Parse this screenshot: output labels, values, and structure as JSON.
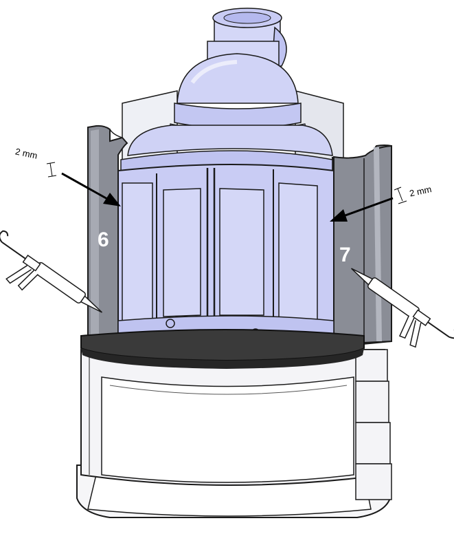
{
  "colors": {
    "body_blue": "#c9ccf4",
    "panel_blue": "#d4d7f7",
    "frame_outline": "#1a1a1a",
    "side_panel_gray": "#8a8d96",
    "side_panel_light": "#a7aab3",
    "back_panel": "#e8eaf0",
    "hearth_black": "#3a3a3a",
    "base_white": "#f6f6f8",
    "arrow": "#000000",
    "label_text": "#ffffff"
  },
  "labels": {
    "left_panel_number": "6",
    "right_panel_number": "7",
    "left_gap_dimension": "2 mm",
    "right_gap_dimension": "2 mm"
  },
  "icons": {
    "left_tool": "caulking-gun-icon",
    "right_tool": "caulking-gun-icon"
  }
}
